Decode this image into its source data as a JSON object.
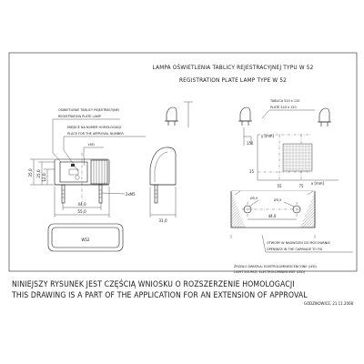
{
  "title": {
    "line1": "LAMPA OŚWIETLENIA TABLICY REJESTRACYJNEJ TYPU W 52",
    "line2": "REGISTRATION PLATE LAMP TYPE W 52"
  },
  "callouts": {
    "plate_pl": "OŚWIETLENIE TABLICY REJESTRACYJNEJ",
    "plate_en": "REGISTRATION PLATE LAMP",
    "approval_pl": "MIEJSCE NA NUMER HOMOLOGACJI",
    "approval_en": "PLACE FOR THE APPROVAL NUMBER",
    "led": "LED",
    "screw": "2xM5"
  },
  "dims": {
    "h_35": "35,0",
    "h_25": "25,0",
    "h_12": "12,0",
    "w_44": "44,0",
    "w_55": "55,0",
    "d_31": "31,0",
    "lens_mark": "W52"
  },
  "chart": {
    "tablica_pl": "TABLICA 520 x 120",
    "plate_en": "PLATE 520 x 120",
    "y_label": "y [mm]",
    "x_label": "x [mm]",
    "y_150": "150",
    "y_15": "15",
    "x_55": "55",
    "x_75": "75"
  },
  "holes": {
    "dia": "Ø5,5",
    "spacing": "44,0",
    "note_pl": "OTWORY W NADWOZIU DO MOCOWANIA",
    "note_en": "OPENINGS IN THE CARRIAGE TO FIX"
  },
  "light_source": {
    "pl": "ŹRÓDŁO ŚWIATŁA: ELEKTROLUMINESCENCYJNE (LED)",
    "en": "LIGHT SOURCE: ELECTROLUMINESCENT (LED)"
  },
  "footer": {
    "pl": "NINIEJSZY RYSUNEK JEST CZĘŚCIĄ WNIOSKU O ROZSZERZENIE HOMOLOGACJI",
    "en": "THIS DRAWING IS A PART OF THE APPLICATION FOR AN EXTENSION OF APPROVAL",
    "date": "GODZIKOWICE, 21.11.2008"
  }
}
